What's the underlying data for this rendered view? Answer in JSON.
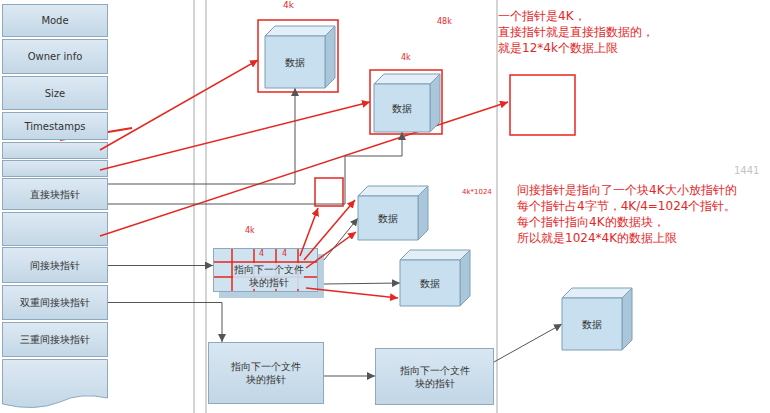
{
  "diagram": {
    "nodes": [
      {
        "text": [
          "Mode"
        ]
      },
      {
        "text": [
          "Owner info"
        ]
      },
      {
        "text": [
          "Size"
        ]
      },
      {
        "text": [
          "Timestamps"
        ]
      },
      {
        "text": [
          "直接块指针"
        ]
      },
      {
        "text": [
          "间接块指针"
        ]
      },
      {
        "text": [
          "双重间接块指针"
        ]
      },
      {
        "text": [
          "三重间接块指针"
        ]
      },
      {
        "text": [
          "数据"
        ]
      },
      {
        "text": [
          "数据"
        ]
      },
      {
        "text": [
          "指向下一个文件块的指针"
        ]
      },
      {
        "text": [
          "数据"
        ]
      },
      {
        "text": [
          "数据"
        ]
      },
      {
        "text": [
          "指向下一个文件块的指针"
        ]
      },
      {
        "text": [
          "指向下一个文件块的指针"
        ]
      },
      {
        "text": [
          "数据"
        ]
      }
    ],
    "edges": [
      {
        "from": 4,
        "to": 8,
        "arrow": "to"
      },
      {
        "from": 4,
        "to": 9,
        "arrow": "to"
      },
      {
        "from": 5,
        "to": 10,
        "arrow": "to"
      },
      {
        "from": 10,
        "to": 11,
        "arrow": "to"
      },
      {
        "from": 10,
        "to": 12,
        "arrow": "to"
      },
      {
        "from": 6,
        "to": 13,
        "arrow": "to"
      },
      {
        "from": 13,
        "to": 14,
        "arrow": "to"
      },
      {
        "from": 14,
        "to": 15,
        "arrow": "to"
      }
    ],
    "labels": [
      "4k",
      "48k",
      "4k",
      "一个指针是4K， 直接指针就是直接指数据的， 就是12*4k个数据上限",
      "4k",
      "4",
      "4",
      "4k*1024",
      "间接指针是指向了一个块4K大小放指针的 每个指针占4字节，4K/4=1024个指针。 每个指针指向4K的数据块， 所以就是1024*4K的数据上限",
      "1441"
    ]
  }
}
